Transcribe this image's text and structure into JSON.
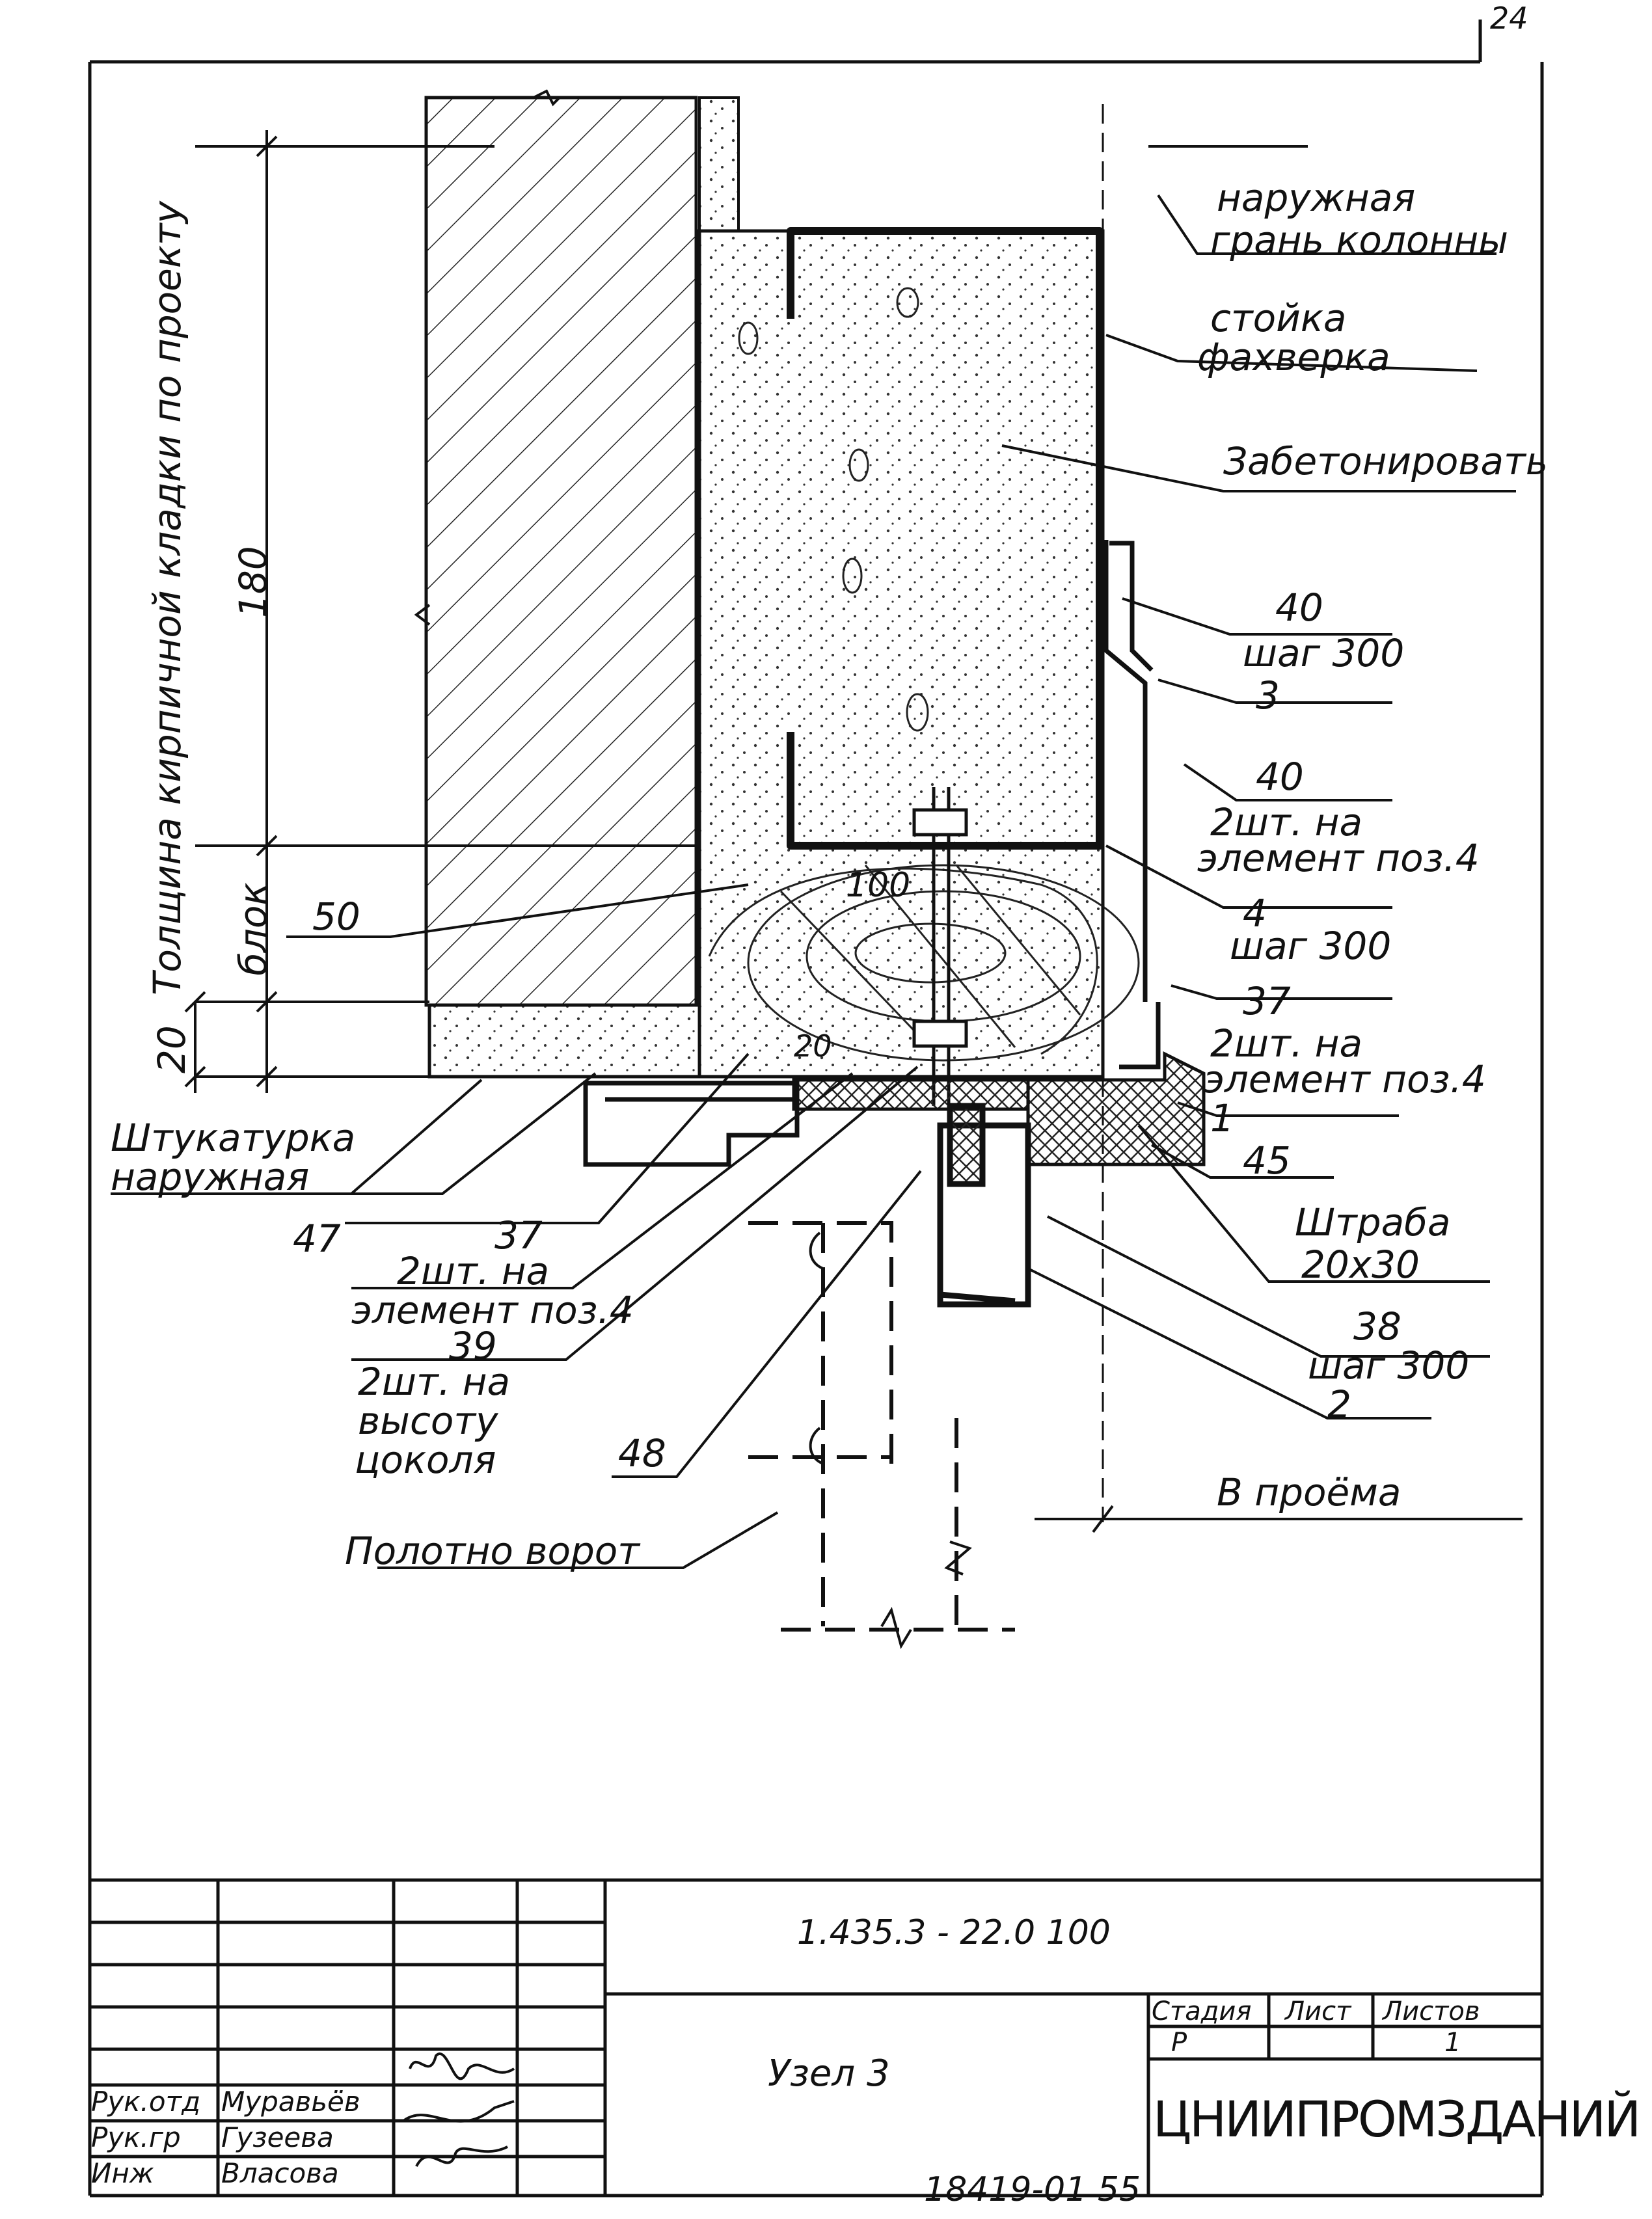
{
  "sheet_corner": "24",
  "labels": {
    "facade": [
      "наружная",
      "грань колонны"
    ],
    "post": [
      "стойка",
      "фахверка"
    ],
    "concrete": "Забетонировать",
    "l40a": [
      "40",
      "шаг 300",
      "3"
    ],
    "l40b": [
      "40",
      "2шт. на",
      "элемент поз.4"
    ],
    "l4": [
      "4",
      "шаг 300"
    ],
    "l37r": [
      "37",
      "2шт. на",
      "элемент поз.4",
      "1"
    ],
    "l45": "45",
    "groove": [
      "Штраба",
      "20x30"
    ],
    "l38": [
      "38",
      "шаг 300",
      "2"
    ],
    "opening": "В проёма",
    "plaster": [
      "Штукатурка",
      "наружная"
    ],
    "l47": "47",
    "l37l": [
      "37",
      "2шт. на",
      "элемент поз.4"
    ],
    "l39": [
      "39",
      "2шт. на",
      "высоту",
      "цоколя"
    ],
    "l48": "48",
    "gate": "Полотно ворот",
    "l50": "50",
    "l100": "100",
    "l20": "20",
    "dims": {
      "thickness": "Толщина кирпичной кладки по проекту",
      "d180": "180",
      "dbloc": "блок",
      "d20": "20"
    }
  },
  "title_block": {
    "doc_code": "1.435.3 - 22.0   100",
    "title": "Узел 3",
    "stage_h": "Стадия",
    "sheet_h": "Лист",
    "sheets_h": "Листов",
    "stage": "Р",
    "sheet": "",
    "sheets": "1",
    "org": "ЦНИИПРОМЗДАНИЙ",
    "staff": [
      {
        "role": "Рук.отд",
        "name": "Муравьёв"
      },
      {
        "role": "Рук.гр",
        "name": "Гузеева"
      },
      {
        "role": "Инж",
        "name": "Власова"
      }
    ]
  },
  "footer_code": "18419-01  55"
}
